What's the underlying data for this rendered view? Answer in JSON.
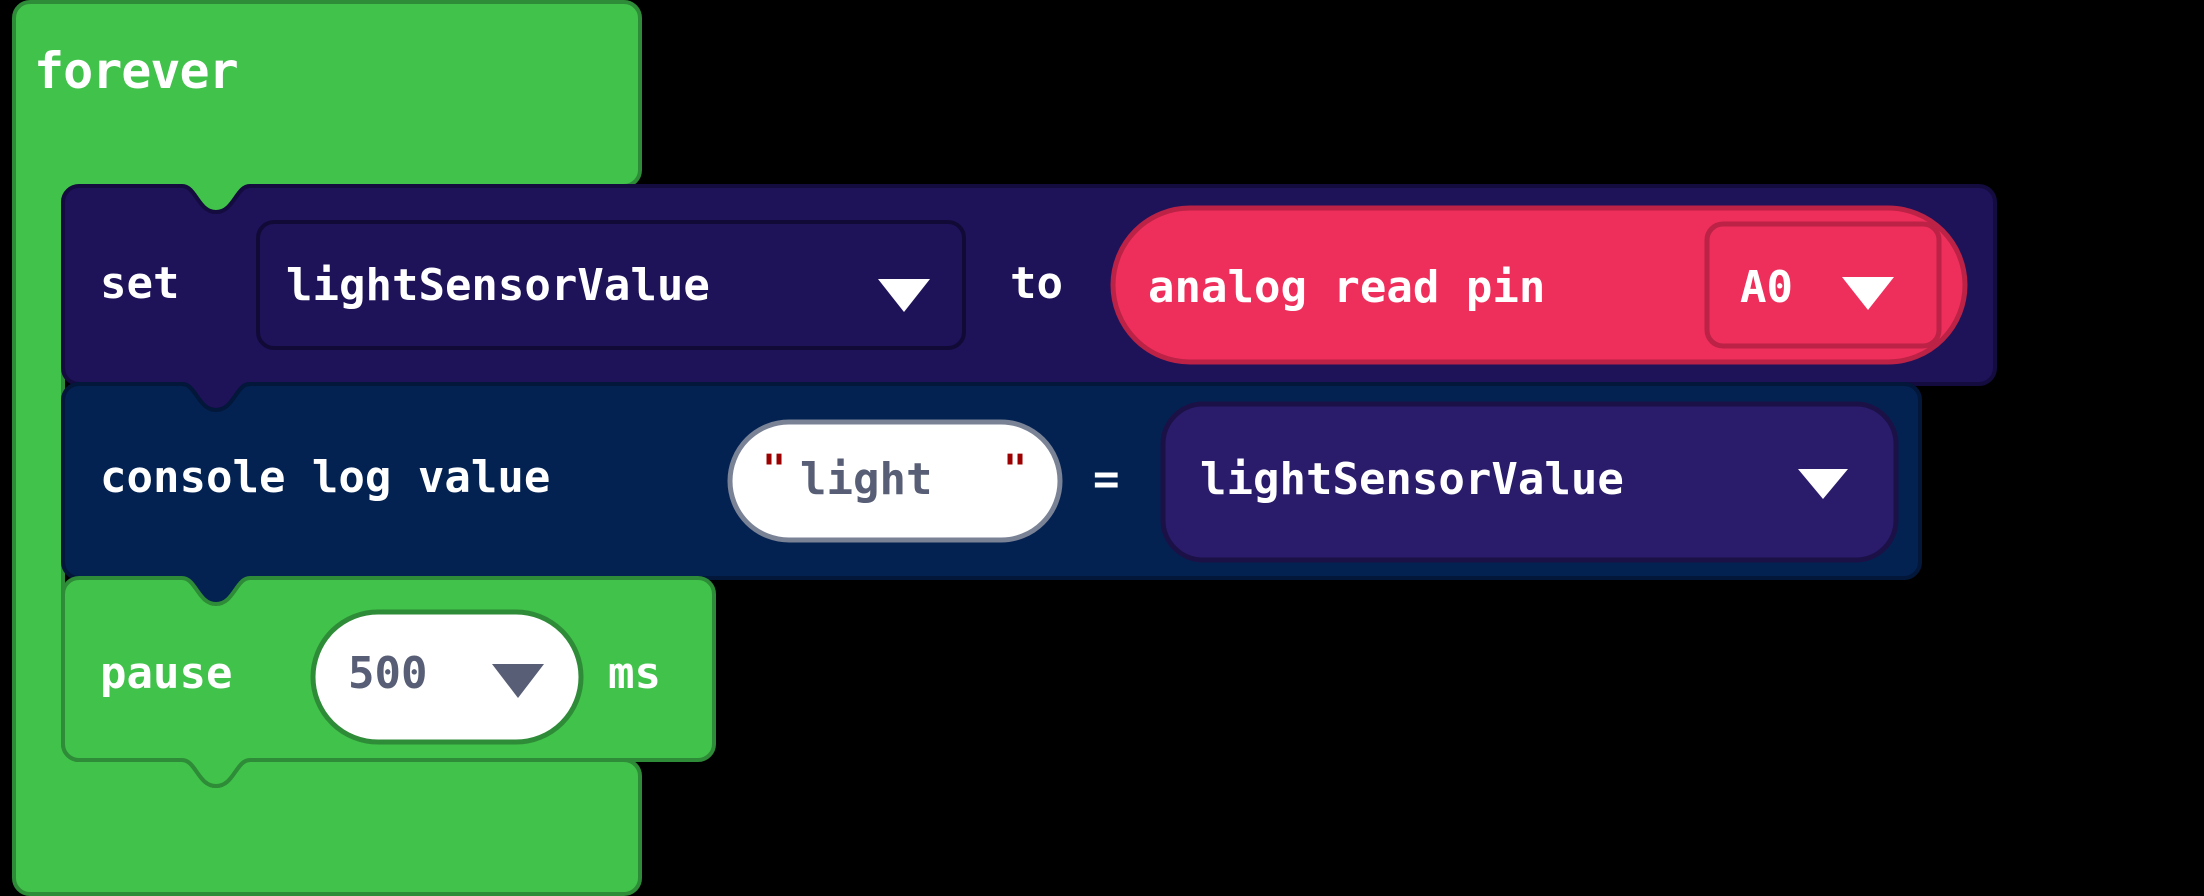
{
  "editor": {
    "name": "makecode-blocks-workspace",
    "background": "#000000"
  },
  "palette": {
    "loops_green": "#41c24a",
    "loops_green_stroke": "#2e8b37",
    "variables_purple": "#1e1259",
    "variables_purple_stroke": "#140b3e",
    "variable_reporter_purple": "#2a1b6b",
    "console_navy": "#032251",
    "console_navy_stroke": "#02173a",
    "pins_crimson": "#ee2f5c",
    "pins_crimson_stroke": "#bb2246",
    "field_white": "#ffffff",
    "field_border_gray": "#7a8296",
    "text_white": "#ffffff",
    "text_slate": "#575e75",
    "text_quote_red": "#9c0000"
  },
  "script": {
    "root_block": {
      "name": "forever-block",
      "category": "loops",
      "label": "forever",
      "color": "#41c24a"
    },
    "statements": [
      {
        "name": "set-variable-block",
        "category": "variables",
        "color": "#1e1259",
        "prefix_label": "set",
        "variable_dropdown": {
          "name": "variable-name-dropdown",
          "value": "lightSensorValue",
          "icon": "chevron-down-icon",
          "options": [
            "lightSensorValue"
          ]
        },
        "connector_label": "to",
        "value_block": {
          "name": "analog-read-pin-block",
          "category": "pins",
          "color": "#ee2f5c",
          "label": "analog read pin",
          "pin_dropdown": {
            "name": "pin-dropdown",
            "value": "A0",
            "icon": "chevron-down-icon",
            "options": [
              "A0"
            ]
          }
        }
      },
      {
        "name": "console-log-value-block",
        "category": "console",
        "color": "#032251",
        "label": "console log value",
        "text_field": {
          "name": "log-name-text-field",
          "value": "light",
          "open_quote": "\"",
          "close_quote": "\""
        },
        "equals_label": "=",
        "value_block": {
          "name": "variable-reporter-block",
          "category": "variables",
          "color": "#2a1b6b",
          "value": "lightSensorValue",
          "icon": "chevron-down-icon"
        }
      },
      {
        "name": "pause-block",
        "category": "loops",
        "color": "#41c24a",
        "prefix_label": "pause",
        "duration_field": {
          "name": "pause-duration-field",
          "value": "500",
          "icon": "chevron-down-icon",
          "options": [
            "500"
          ]
        },
        "suffix_label": "ms"
      }
    ]
  }
}
